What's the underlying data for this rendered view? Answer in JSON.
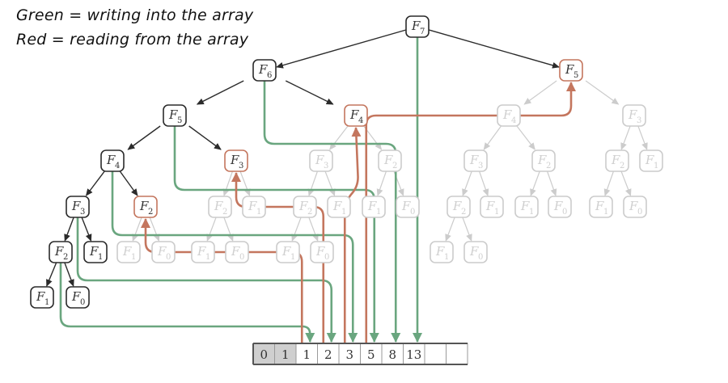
{
  "legend": {
    "green": "Green = writing into the array",
    "red": "Red = reading from the array"
  },
  "colors": {
    "active_stroke": "#2b2b2b",
    "faded_stroke": "#cccccc",
    "read": "#c4765e",
    "write": "#6aa67f",
    "array_filled": "#cfcfcf",
    "array_border": "#555555"
  },
  "tree": {
    "nodes": [
      {
        "id": "n7",
        "label": "F",
        "sub": "7",
        "state": "active"
      },
      {
        "id": "n6",
        "label": "F",
        "sub": "6",
        "state": "active"
      },
      {
        "id": "n5r",
        "label": "F",
        "sub": "5",
        "state": "read"
      },
      {
        "id": "n5",
        "label": "F",
        "sub": "5",
        "state": "active"
      },
      {
        "id": "n4r",
        "label": "F",
        "sub": "4",
        "state": "read"
      },
      {
        "id": "n4",
        "label": "F",
        "sub": "4",
        "state": "active"
      },
      {
        "id": "n3r",
        "label": "F",
        "sub": "3",
        "state": "read"
      },
      {
        "id": "n3",
        "label": "F",
        "sub": "3",
        "state": "active"
      },
      {
        "id": "n2r",
        "label": "F",
        "sub": "2",
        "state": "read"
      },
      {
        "id": "n2",
        "label": "F",
        "sub": "2",
        "state": "active"
      },
      {
        "id": "n1a",
        "label": "F",
        "sub": "1",
        "state": "active"
      },
      {
        "id": "n1b",
        "label": "F",
        "sub": "1",
        "state": "active"
      },
      {
        "id": "n0a",
        "label": "F",
        "sub": "0",
        "state": "active"
      },
      {
        "id": "f_n2r_1",
        "label": "F",
        "sub": "1",
        "state": "faded"
      },
      {
        "id": "f_n2r_0",
        "label": "F",
        "sub": "0",
        "state": "faded"
      },
      {
        "id": "f_n3r_2",
        "label": "F",
        "sub": "2",
        "state": "faded"
      },
      {
        "id": "f_n3r_1",
        "label": "F",
        "sub": "1",
        "state": "faded"
      },
      {
        "id": "f_n3r_2_1",
        "label": "F",
        "sub": "1",
        "state": "faded"
      },
      {
        "id": "f_n3r_2_0",
        "label": "F",
        "sub": "0",
        "state": "faded"
      },
      {
        "id": "f_n4r_3",
        "label": "F",
        "sub": "3",
        "state": "faded"
      },
      {
        "id": "f_n4r_2",
        "label": "F",
        "sub": "2",
        "state": "faded"
      },
      {
        "id": "f_n4r_3_2",
        "label": "F",
        "sub": "2",
        "state": "faded"
      },
      {
        "id": "f_n4r_3_1",
        "label": "F",
        "sub": "1",
        "state": "faded"
      },
      {
        "id": "f_n4r_3_2_1",
        "label": "F",
        "sub": "1",
        "state": "faded"
      },
      {
        "id": "f_n4r_3_2_0",
        "label": "F",
        "sub": "0",
        "state": "faded"
      },
      {
        "id": "f_n4r_2_1",
        "label": "F",
        "sub": "1",
        "state": "faded"
      },
      {
        "id": "f_n4r_2_0",
        "label": "F",
        "sub": "0",
        "state": "faded"
      },
      {
        "id": "f_n5r_4",
        "label": "F",
        "sub": "4",
        "state": "faded"
      },
      {
        "id": "f_n5r_3",
        "label": "F",
        "sub": "3",
        "state": "faded"
      },
      {
        "id": "f_a_3",
        "label": "F",
        "sub": "3",
        "state": "faded"
      },
      {
        "id": "f_a_2",
        "label": "F",
        "sub": "2",
        "state": "faded"
      },
      {
        "id": "f_a_3_2",
        "label": "F",
        "sub": "2",
        "state": "faded"
      },
      {
        "id": "f_a_3_1",
        "label": "F",
        "sub": "1",
        "state": "faded"
      },
      {
        "id": "f_a_2_1",
        "label": "F",
        "sub": "1",
        "state": "faded"
      },
      {
        "id": "f_a_2_0",
        "label": "F",
        "sub": "0",
        "state": "faded"
      },
      {
        "id": "f_a_3_2_1",
        "label": "F",
        "sub": "1",
        "state": "faded"
      },
      {
        "id": "f_a_3_2_0",
        "label": "F",
        "sub": "0",
        "state": "faded"
      },
      {
        "id": "f_b_2",
        "label": "F",
        "sub": "2",
        "state": "faded"
      },
      {
        "id": "f_b_1",
        "label": "F",
        "sub": "1",
        "state": "faded"
      },
      {
        "id": "f_b_2_1",
        "label": "F",
        "sub": "1",
        "state": "faded"
      },
      {
        "id": "f_b_2_0",
        "label": "F",
        "sub": "0",
        "state": "faded"
      }
    ],
    "edges": [
      [
        "n7",
        "n6",
        "active"
      ],
      [
        "n7",
        "n5r",
        "active"
      ],
      [
        "n6",
        "n5",
        "active"
      ],
      [
        "n6",
        "n4r",
        "active"
      ],
      [
        "n5",
        "n4",
        "active"
      ],
      [
        "n5",
        "n3r",
        "active"
      ],
      [
        "n4",
        "n3",
        "active"
      ],
      [
        "n4",
        "n2r",
        "active"
      ],
      [
        "n3",
        "n2",
        "active"
      ],
      [
        "n3",
        "n1a",
        "active"
      ],
      [
        "n2",
        "n1b",
        "active"
      ],
      [
        "n2",
        "n0a",
        "active"
      ],
      [
        "n2r",
        "f_n2r_1",
        "faded"
      ],
      [
        "n2r",
        "f_n2r_0",
        "faded"
      ],
      [
        "n3r",
        "f_n3r_2",
        "faded"
      ],
      [
        "n3r",
        "f_n3r_1",
        "faded"
      ],
      [
        "f_n3r_2",
        "f_n3r_2_1",
        "faded"
      ],
      [
        "f_n3r_2",
        "f_n3r_2_0",
        "faded"
      ],
      [
        "n4r",
        "f_n4r_3",
        "faded"
      ],
      [
        "n4r",
        "f_n4r_2",
        "faded"
      ],
      [
        "f_n4r_3",
        "f_n4r_3_2",
        "faded"
      ],
      [
        "f_n4r_3",
        "f_n4r_3_1",
        "faded"
      ],
      [
        "f_n4r_3_2",
        "f_n4r_3_2_1",
        "faded"
      ],
      [
        "f_n4r_3_2",
        "f_n4r_3_2_0",
        "faded"
      ],
      [
        "f_n4r_2",
        "f_n4r_2_1",
        "faded"
      ],
      [
        "f_n4r_2",
        "f_n4r_2_0",
        "faded"
      ],
      [
        "n5r",
        "f_n5r_4",
        "faded"
      ],
      [
        "n5r",
        "f_n5r_3",
        "faded"
      ],
      [
        "f_n5r_4",
        "f_a_3",
        "faded"
      ],
      [
        "f_n5r_4",
        "f_a_2",
        "faded"
      ],
      [
        "f_a_3",
        "f_a_3_2",
        "faded"
      ],
      [
        "f_a_3",
        "f_a_3_1",
        "faded"
      ],
      [
        "f_a_2",
        "f_a_2_1",
        "faded"
      ],
      [
        "f_a_2",
        "f_a_2_0",
        "faded"
      ],
      [
        "f_a_3_2",
        "f_a_3_2_1",
        "faded"
      ],
      [
        "f_a_3_2",
        "f_a_3_2_0",
        "faded"
      ],
      [
        "f_n5r_3",
        "f_b_2",
        "faded"
      ],
      [
        "f_n5r_3",
        "f_b_1",
        "faded"
      ],
      [
        "f_b_2",
        "f_b_2_1",
        "faded"
      ],
      [
        "f_b_2",
        "f_b_2_0",
        "faded"
      ]
    ]
  },
  "array": {
    "cells": [
      {
        "value": "0",
        "filled": true
      },
      {
        "value": "1",
        "filled": true
      },
      {
        "value": "1",
        "filled": false
      },
      {
        "value": "2",
        "filled": false
      },
      {
        "value": "3",
        "filled": false
      },
      {
        "value": "5",
        "filled": false
      },
      {
        "value": "8",
        "filled": false
      },
      {
        "value": "13",
        "filled": false
      },
      {
        "value": "",
        "filled": false
      },
      {
        "value": "",
        "filled": false
      }
    ]
  },
  "flows": {
    "writes": [
      {
        "from": "n2",
        "to_cell": 2
      },
      {
        "from": "n3",
        "to_cell": 3
      },
      {
        "from": "n4",
        "to_cell": 4
      },
      {
        "from": "n5",
        "to_cell": 5
      },
      {
        "from": "n6",
        "to_cell": 6
      },
      {
        "from": "n7",
        "to_cell": 7
      }
    ],
    "reads": [
      {
        "from_cell": 2,
        "to": "n2r"
      },
      {
        "from_cell": 3,
        "to": "n3r"
      },
      {
        "from_cell": 4,
        "to": "n4r"
      },
      {
        "from_cell": 5,
        "to": "n5r"
      }
    ]
  }
}
